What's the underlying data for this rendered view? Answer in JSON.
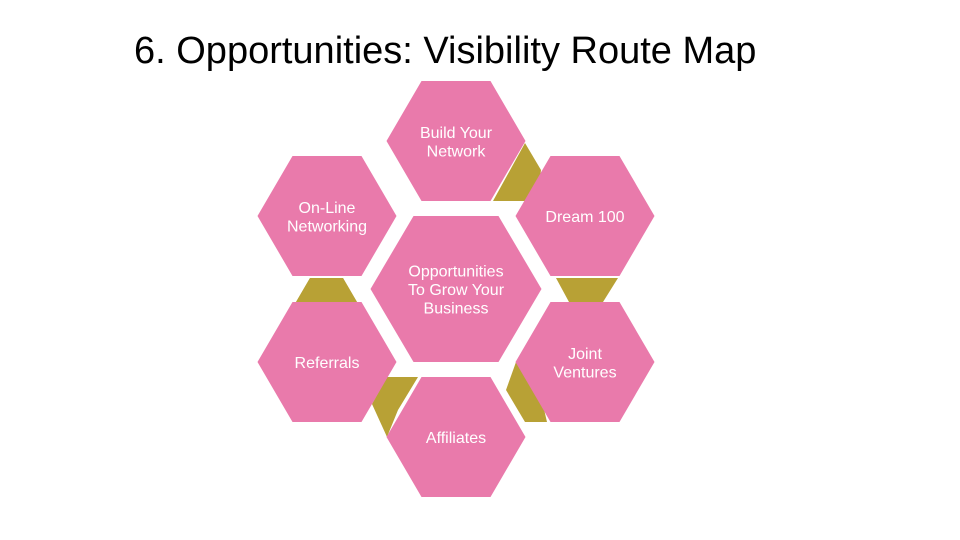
{
  "slide": {
    "title": "6. Opportunities: Visibility Route Map"
  },
  "colors": {
    "hexagon_fill": "#E97AAB",
    "connector_fill": "#B8A135",
    "label_color": "#FFFFFF"
  },
  "diagram": {
    "center": {
      "lines": [
        "Opportunities",
        "To Grow Your",
        "Business"
      ]
    },
    "nodes": [
      {
        "id": "build-your-network",
        "lines": [
          "Build Your",
          "Network"
        ]
      },
      {
        "id": "dream-100",
        "lines": [
          "Dream 100"
        ]
      },
      {
        "id": "joint-ventures",
        "lines": [
          "Joint",
          "Ventures"
        ]
      },
      {
        "id": "affiliates",
        "lines": [
          "Affiliates"
        ]
      },
      {
        "id": "referrals",
        "lines": [
          "Referrals"
        ]
      },
      {
        "id": "on-line-networking",
        "lines": [
          "On-Line",
          "Networking"
        ]
      }
    ]
  }
}
